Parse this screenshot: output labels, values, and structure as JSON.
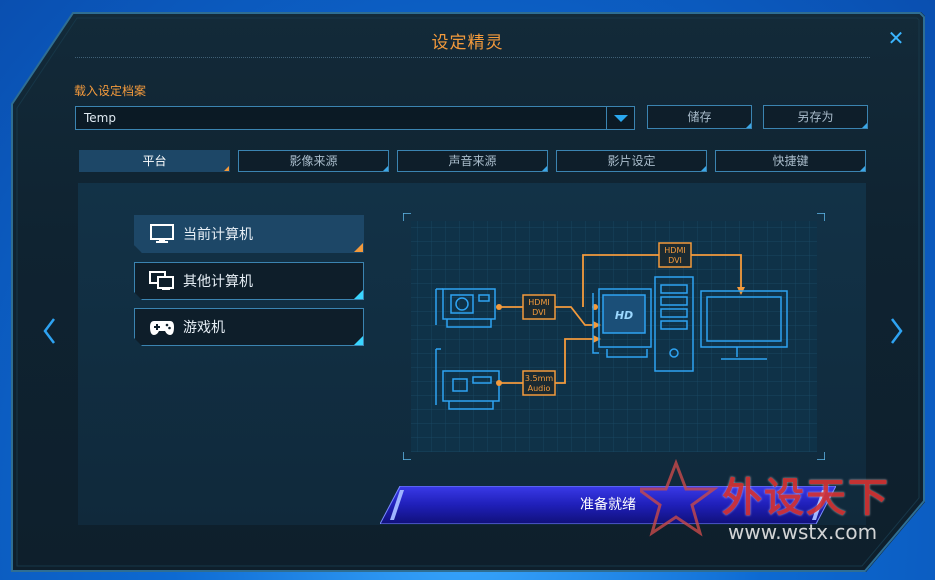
{
  "window": {
    "title": "设定精灵",
    "close_symbol": "✕"
  },
  "profile": {
    "label": "载入设定档案",
    "selected": "Temp",
    "save_label": "储存",
    "save_as_label": "另存为"
  },
  "tabs": [
    {
      "label": "平台",
      "active": true
    },
    {
      "label": "影像来源",
      "active": false
    },
    {
      "label": "声音来源",
      "active": false
    },
    {
      "label": "影片设定",
      "active": false
    },
    {
      "label": "快捷键",
      "active": false
    }
  ],
  "platforms": [
    {
      "label": "当前计算机",
      "icon": "monitor-icon",
      "active": true
    },
    {
      "label": "其他计算机",
      "icon": "dual-monitor-icon",
      "active": false
    },
    {
      "label": "游戏机",
      "icon": "gamepad-icon",
      "active": false
    }
  ],
  "diagram": {
    "hdmi_dvi_label_1": "HDMI",
    "hdmi_dvi_label_2": "DVI",
    "audio_label_1": "3.5mm",
    "audio_label_2": "Audio",
    "top_hdmi_label_1": "HDMI",
    "top_hdmi_label_2": "DVI",
    "card_logo": "HD"
  },
  "start_button": {
    "label": "准备就绪"
  },
  "watermark": {
    "text_cn": "外设天下",
    "url": "www.wstx.com"
  },
  "colors": {
    "accent_orange": "#f39a3c",
    "accent_blue": "#3aa7e8",
    "panel_bg": "#0f2230"
  }
}
